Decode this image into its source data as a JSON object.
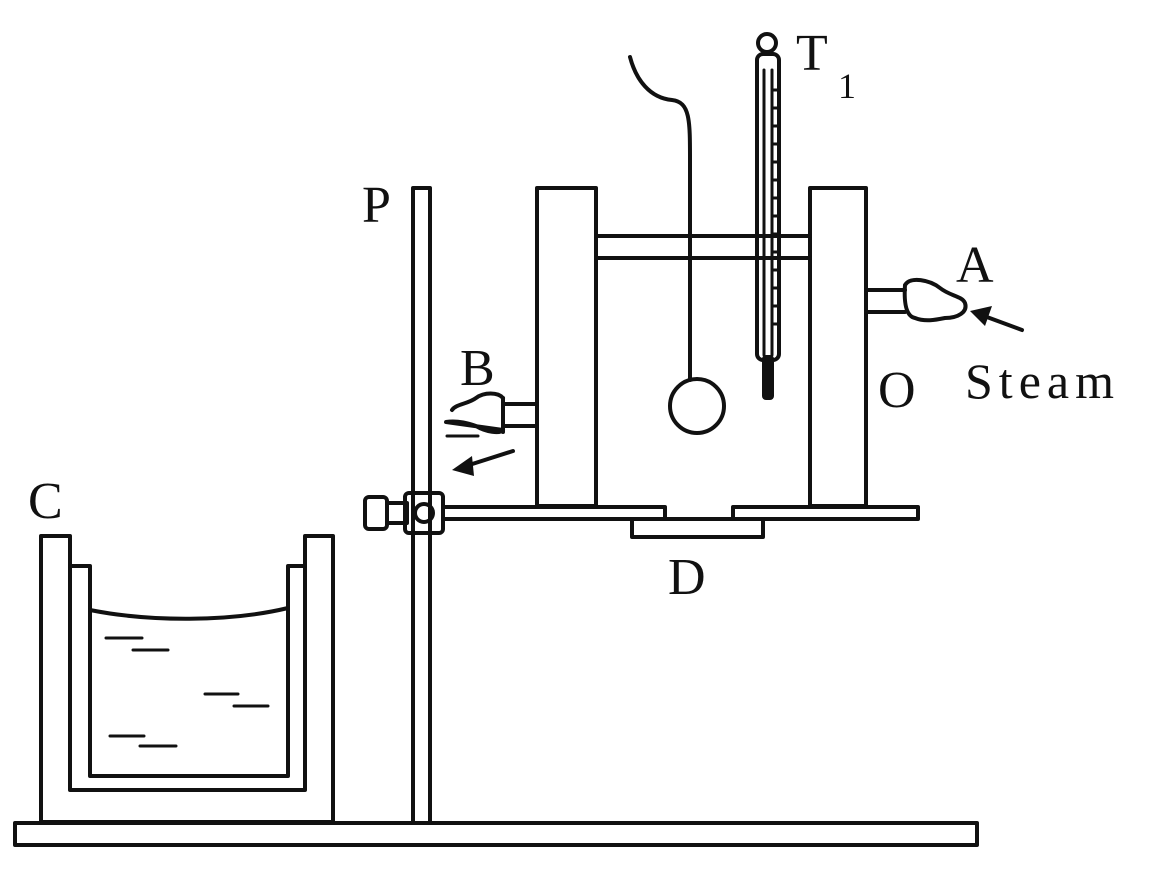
{
  "labels": {
    "T": "T",
    "T_sub": "1",
    "P": "P",
    "A": "A",
    "B": "B",
    "C": "C",
    "D": "D",
    "O": "O",
    "steam": "Steam"
  }
}
